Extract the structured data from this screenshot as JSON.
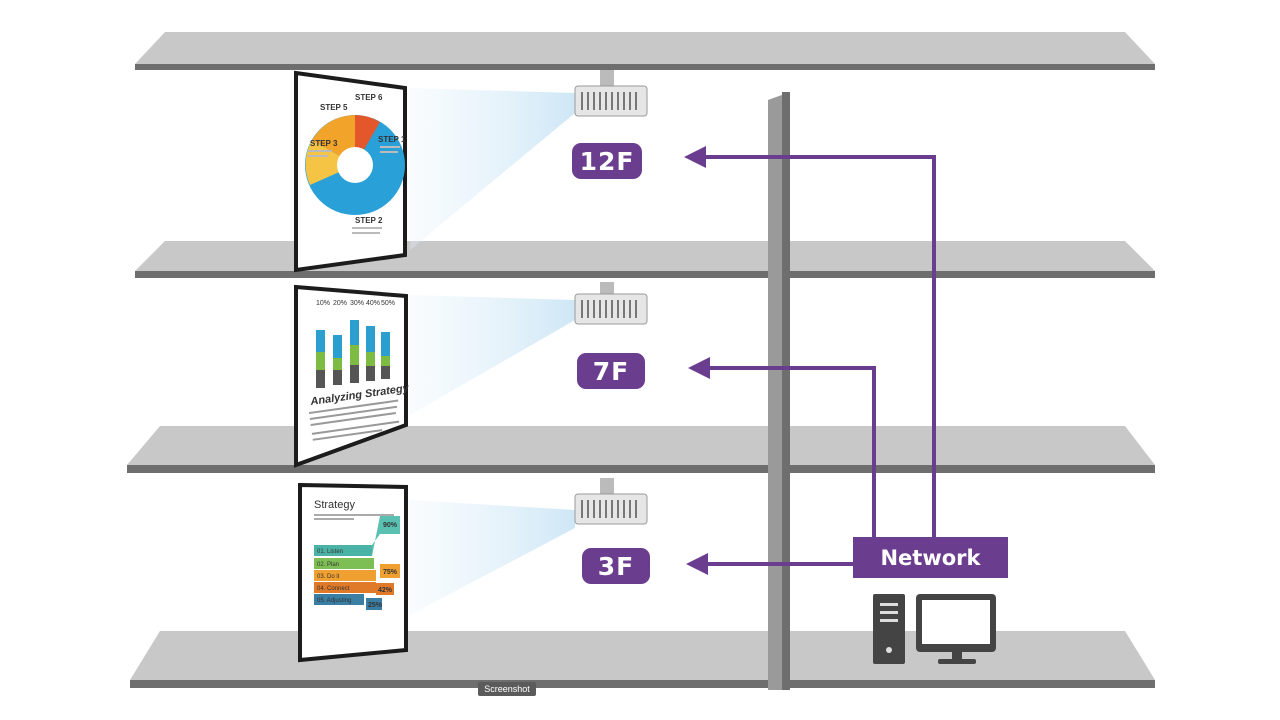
{
  "floors": [
    {
      "id": "12f",
      "label": "12F"
    },
    {
      "id": "7f",
      "label": "7F"
    },
    {
      "id": "3f",
      "label": "3F"
    }
  ],
  "network": {
    "label": "Network"
  },
  "screens": {
    "top": {
      "steps": [
        "STEP 5",
        "STEP 6",
        "STEP 3",
        "STEP 1",
        "STEP 2"
      ]
    },
    "middle": {
      "percent_labels": [
        "10%",
        "20%",
        "30%",
        "40%",
        "50%"
      ],
      "title": "Analyzing Strategy"
    },
    "bottom": {
      "title": "Strategy",
      "rows": [
        "01. Listen",
        "02. Plan",
        "03. Do it",
        "04. Connect",
        "05. Adjusting"
      ],
      "percents": [
        "90%",
        "75%",
        "42%",
        "25%"
      ]
    }
  },
  "badge": {
    "label": "Screenshot"
  },
  "colors": {
    "purple": "#6b3d8f",
    "shelf_top": "#c9c9c9",
    "shelf_front": "#707070",
    "wall": "#9b9b9b"
  }
}
